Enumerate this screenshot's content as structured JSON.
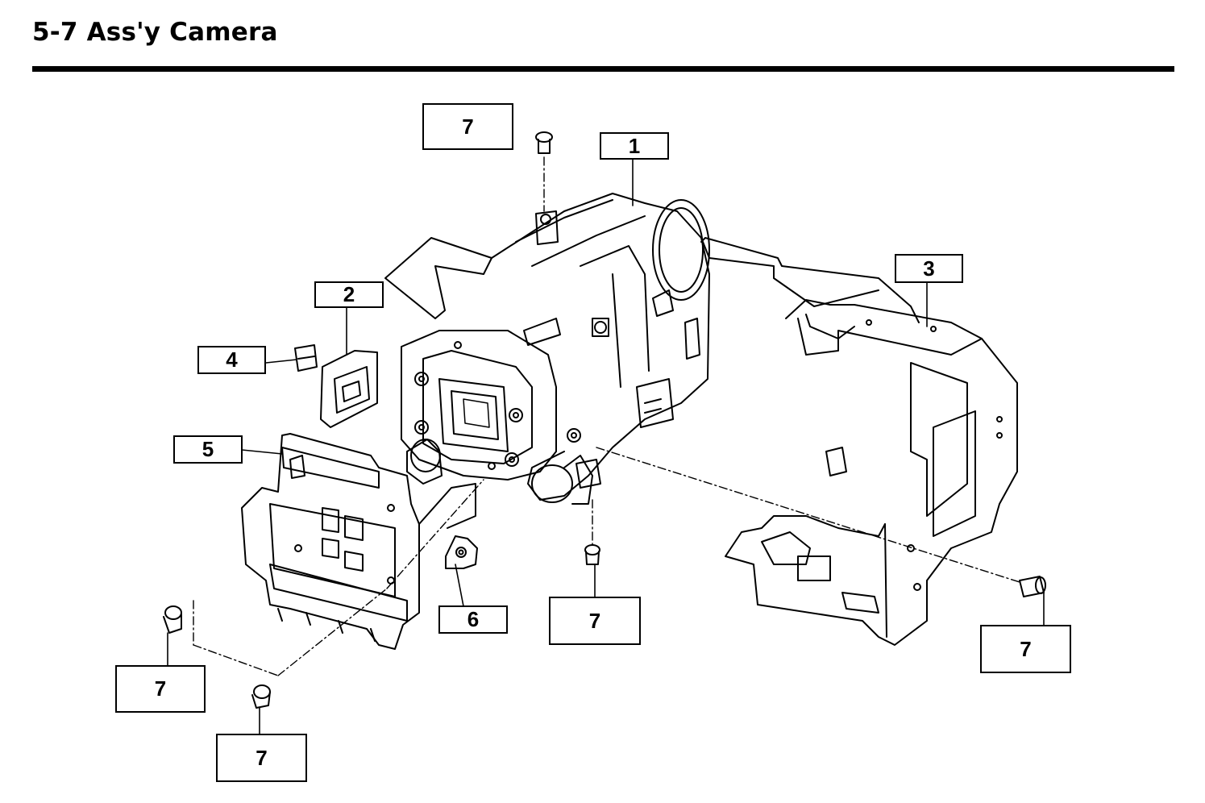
{
  "page_title": "5-7 Ass'y Camera",
  "callouts": {
    "part1": "1",
    "part2": "2",
    "part3": "3",
    "part4": "4",
    "part5": "5",
    "part6": "6",
    "part7": "7"
  },
  "colors": {
    "ink": "#000000",
    "paper": "#ffffff"
  }
}
